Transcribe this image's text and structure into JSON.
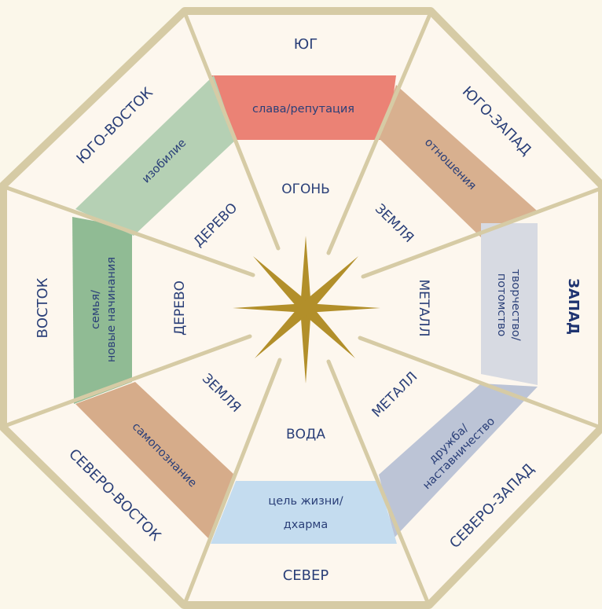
{
  "directions": {
    "south": "ЮГ",
    "southwest": "ЮГО-ЗАПАД",
    "west": "ЗАПАД",
    "northwest": "СЕВЕРО-ЗАПАД",
    "north": "СЕВЕР",
    "northeast": "СЕВЕРО-ВОСТОК",
    "east": "ВОСТОК",
    "southeast": "ЮГО-ВОСТОК"
  },
  "elements": {
    "south": "ОГОНЬ",
    "southwest": "ЗЕМЛЯ",
    "west": "МЕТАЛЛ",
    "northwest": "МЕТАЛЛ",
    "north": "ВОДА",
    "northeast": "ЗЕМЛЯ",
    "east": "ДЕРЕВО",
    "southeast": "ДЕРЕВО"
  },
  "areas": {
    "south": "слава/репутация",
    "southwest": "отношения",
    "west_line1": "творчество/",
    "west_line2": "потомство",
    "northwest_line1": "дружба/",
    "northwest_line2": "наставничество",
    "north_line1": "цель жизни/",
    "north_line2": "дхарма",
    "northeast": "самопознание",
    "east_line1": "семья/",
    "east_line2": "новые начинания",
    "southeast": "изобилие"
  },
  "colors": {
    "background": "#fbf7ea",
    "panel": "#fdf7ee",
    "border": "#d6cba5",
    "text": "#2a3f78",
    "star": "#b28f2a",
    "south_band": "#ea7b6e",
    "southwest_band": "#d8b08f",
    "west_band": "#d7dae2",
    "northwest_band": "#bcc4d6",
    "north_band": "#c4dcef",
    "northeast_band": "#d6ac8a",
    "east_band": "#90bb94",
    "southeast_band": "#b5d0b4"
  }
}
